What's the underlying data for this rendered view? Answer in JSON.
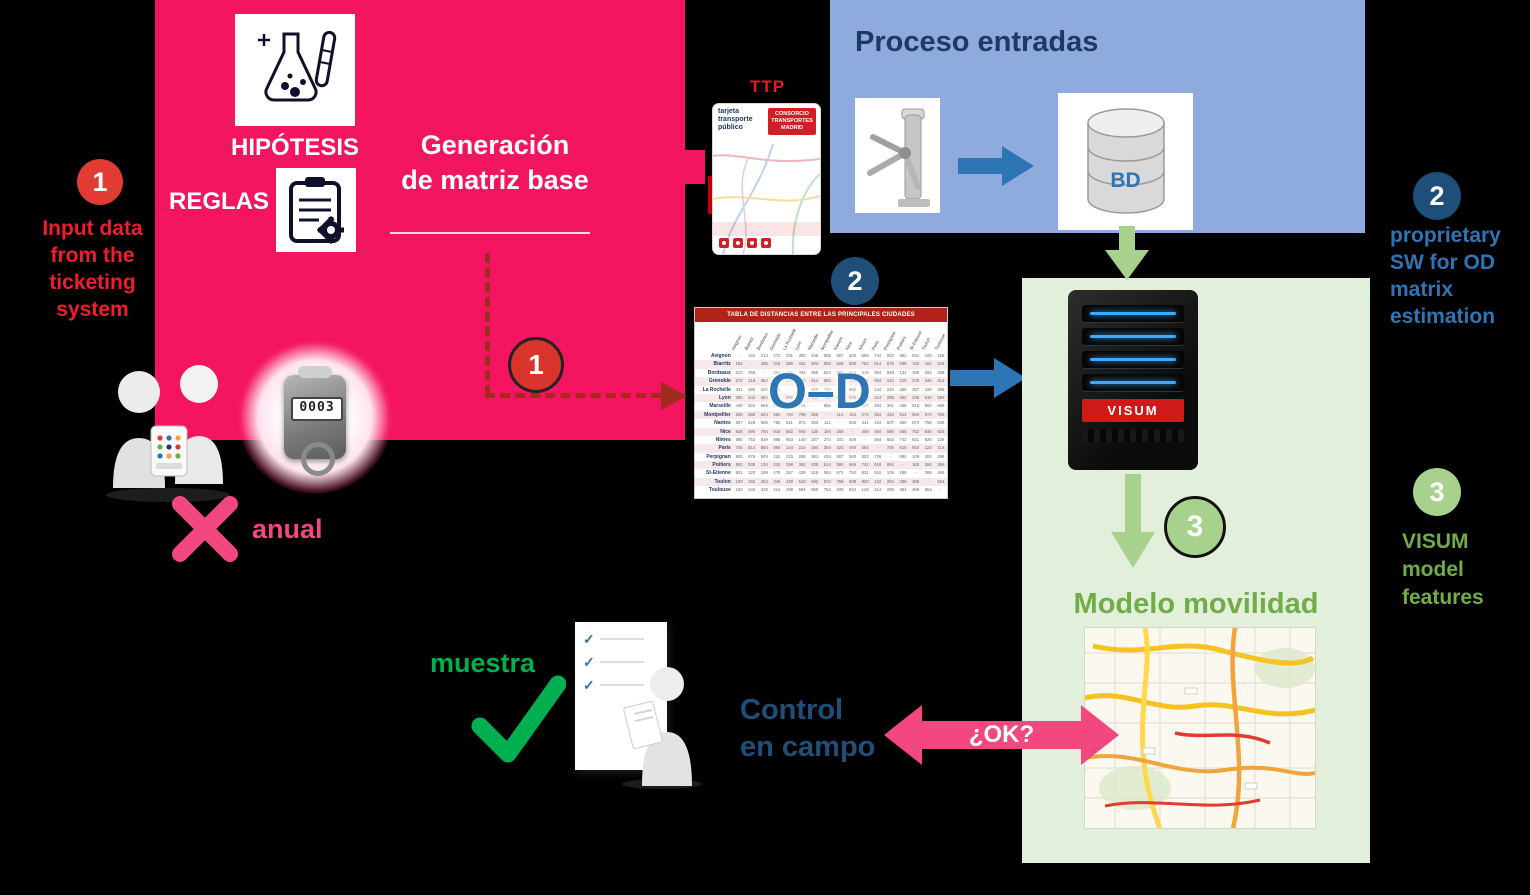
{
  "colors": {
    "background": "#000000",
    "pink_panel": "#F3155F",
    "pink_accent": "#F2477F",
    "dashed_arrow_red": "#A02C20",
    "step1_red": "#F01E2C",
    "navy": "#1F3864",
    "badge_navy": "#1F4E79",
    "blue": "#2E75B6",
    "periwinkle_panel": "#8FAADC",
    "green_badge": "#A9D18E",
    "green_panel": "#E2EFDA",
    "green_text": "#70AD47",
    "bright_green": "#00B050",
    "visum_red": "#D01A1A"
  },
  "step1": {
    "badge": "1",
    "label": "Input data\nfrom the\nticketing\nsystem",
    "counter_display": "0003",
    "anual": "anual",
    "cross": "✗"
  },
  "pink_panel": {
    "hypothesis_label": "HIPÓTESIS",
    "rules_label": "REGLAS",
    "title": "Generación\nde matriz base",
    "step_badge": "1"
  },
  "ttp_card": {
    "tag": "TTP",
    "card_title": "tarjeta\ntransporte\npúblico",
    "brand": "CONSORCIO\nTRANSPORTES\nMADRID"
  },
  "process_panel": {
    "title": "Proceso entradas",
    "db_label": "BD"
  },
  "step2": {
    "badge": "2",
    "label": "proprietary\nSW for OD\nmatrix\nestimation"
  },
  "od_matrix": {
    "badge": "2",
    "overlay": "O–D",
    "table_title": "TABLA DE DISTANCIAS ENTRE LAS PRINCIPALES CIUDADES",
    "cities": [
      "Avignon",
      "Biarritz",
      "Bordeaux",
      "Grenoble",
      "La Rochelle",
      "Lyon",
      "Marseille",
      "Montpellier",
      "Nantes",
      "Nice",
      "Nîmes",
      "Paris",
      "Perpignan",
      "Poitiers",
      "St-Etienne",
      "Toulon",
      "Toulouse"
    ]
  },
  "model_panel": {
    "server_label": "VISUM",
    "badge": "3",
    "title": "Modelo movilidad"
  },
  "step3": {
    "badge": "3",
    "label": "VISUM\nmodel\nfeatures"
  },
  "field_check": {
    "muestra": "muestra",
    "control": "Control\nen campo",
    "ok": "¿OK?"
  }
}
